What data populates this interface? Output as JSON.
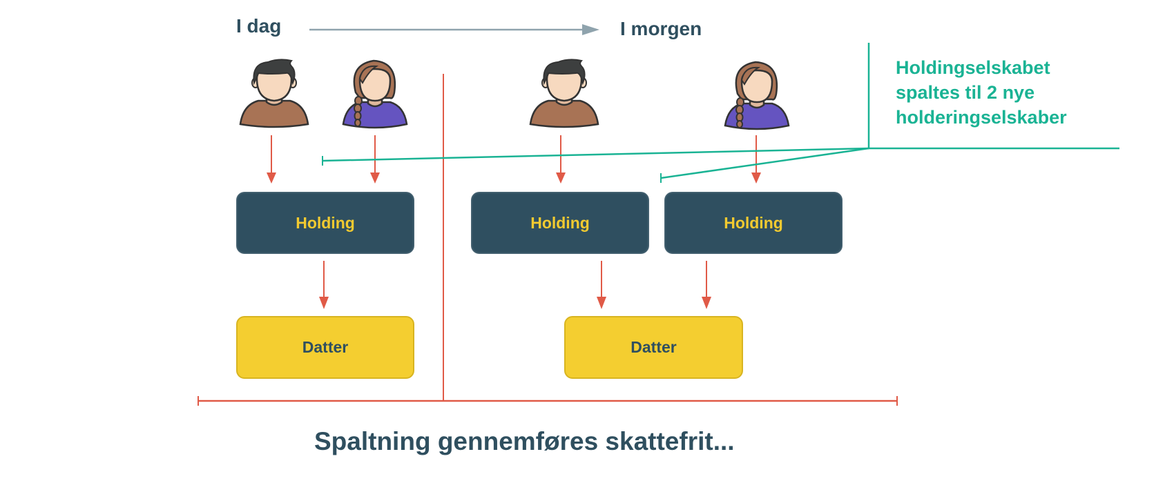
{
  "header": {
    "today_label": "I dag",
    "tomorrow_label": "I morgen"
  },
  "annotation": {
    "lines": [
      "Holdingselskabet",
      "spaltes til 2 nye",
      "holderingselskaber"
    ]
  },
  "today": {
    "owners": [
      {
        "name": "owner-man",
        "icon": "person-man-icon"
      },
      {
        "name": "owner-woman",
        "icon": "person-woman-icon"
      }
    ],
    "holding_label": "Holding",
    "datter_label": "Datter"
  },
  "tomorrow": {
    "owners": [
      {
        "name": "owner-man",
        "icon": "person-man-icon"
      },
      {
        "name": "owner-woman",
        "icon": "person-woman-icon"
      }
    ],
    "holdings": [
      "Holding",
      "Holding"
    ],
    "datter_label": "Datter"
  },
  "caption": "Spaltning gennemføres skattefrit...",
  "colors": {
    "dark_teal": "#2f4f60",
    "yellow": "#f4ce30",
    "red": "#e05a47",
    "green": "#1ab394",
    "gray_arrow": "#8fa3ad",
    "man_shirt": "#a87355",
    "woman_shirt": "#6554c0"
  }
}
